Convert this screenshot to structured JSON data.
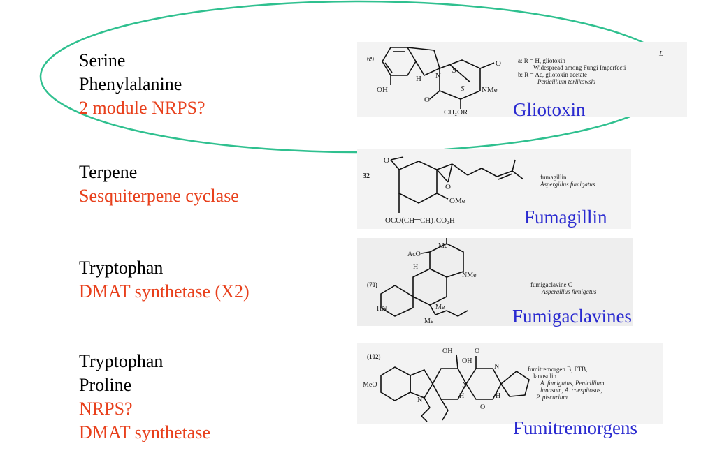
{
  "rows": [
    {
      "precursors": [
        "Serine",
        "Phenylalanine"
      ],
      "enzymes": [
        "2 module NRPS?"
      ],
      "compound_name": "Gliotoxin",
      "struct_number": "69",
      "struct_notes": [
        "a: R = H, gliotoxin",
        "Widespread among Fungi Imperfecti",
        "b: R = Ac, gliotoxin acetate",
        "Penicillium terlikowski"
      ],
      "struct_ref": "L",
      "atom_labels": [
        "H",
        "N",
        "S",
        "S",
        "O",
        "NMe",
        "O",
        "OH",
        "CH₂OR"
      ]
    },
    {
      "precursors": [
        "Terpene"
      ],
      "enzymes": [
        "Sesquiterpene cyclase"
      ],
      "compound_name": "Fumagillin",
      "struct_number": "32",
      "struct_notes": [
        "fumagillin",
        "Aspergillus fumigatus"
      ],
      "atom_labels": [
        "O",
        "O",
        "OMe",
        "OCO(CH═CH)₄CO₂H"
      ]
    },
    {
      "precursors": [
        "Tryptophan"
      ],
      "enzymes": [
        "DMAT synthetase (X2)"
      ],
      "compound_name": "Fumigaclavines",
      "struct_number": "(70)",
      "struct_notes": [
        "fumigaclavine C",
        "Aspergillus fumigatus"
      ],
      "atom_labels": [
        "Me",
        "AcO",
        "H",
        "NMe",
        "HN",
        "Me",
        "Me"
      ]
    },
    {
      "precursors": [
        "Tryptophan",
        "Proline"
      ],
      "enzymes": [
        "NRPS?",
        "DMAT synthetase"
      ],
      "compound_name": "Fumitremorgens",
      "struct_number": "(102)",
      "struct_notes": [
        "fumitremorgen B, FTB,",
        "lanosulin",
        "A. fumigatus, Penicillium",
        "lanosum, A. caespitosus,",
        "P. piscarium"
      ],
      "atom_labels": [
        "OH",
        "OH",
        "O",
        "N",
        "MeO",
        "N",
        "H",
        "N",
        "H",
        "O"
      ]
    }
  ],
  "colors": {
    "precursor": "#000000",
    "enzyme": "#e8401c",
    "compound": "#2a2ad0",
    "oval": "#2fc08f"
  }
}
